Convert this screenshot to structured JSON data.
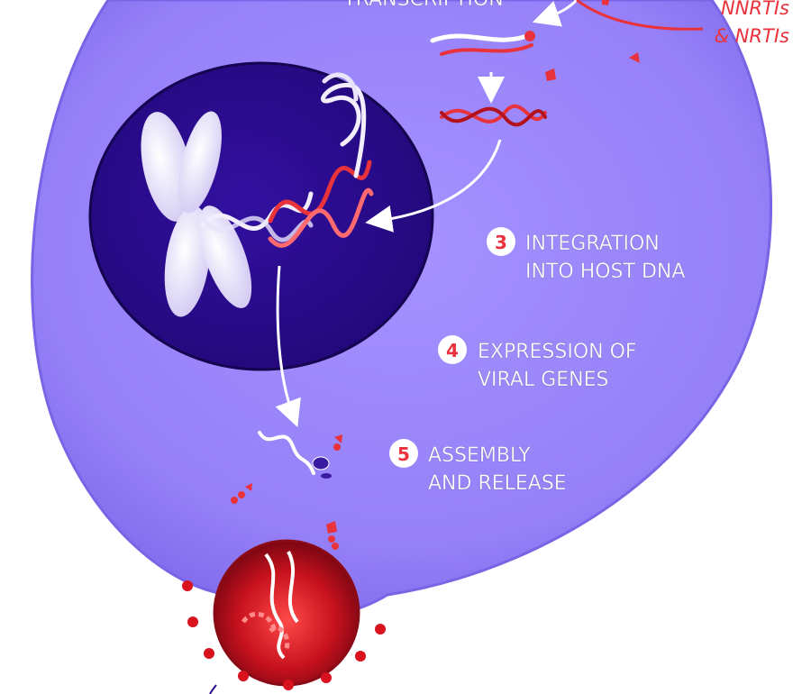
{
  "steps": {
    "top_partial": "TRANSCRIPTION",
    "integration": {
      "number": "3",
      "line1": "INTEGRATION",
      "line2": "INTO HOST DNA"
    },
    "expression": {
      "number": "4",
      "line1": "EXPRESSION OF",
      "line2": "VIRAL GENES"
    },
    "assembly": {
      "number": "5",
      "line1": "ASSEMBLY",
      "line2": "AND RELEASE"
    }
  },
  "drugs": {
    "line1": "NNRTIs",
    "line2": "& NRTIs"
  },
  "colors": {
    "cell": "#9580f8",
    "cell_edge": "#7a64e6",
    "nucleus": "#2a0b8c",
    "nucleus_edge": "#150450",
    "accent_red": "#e8323c",
    "dna_white": "#f2eefc"
  }
}
